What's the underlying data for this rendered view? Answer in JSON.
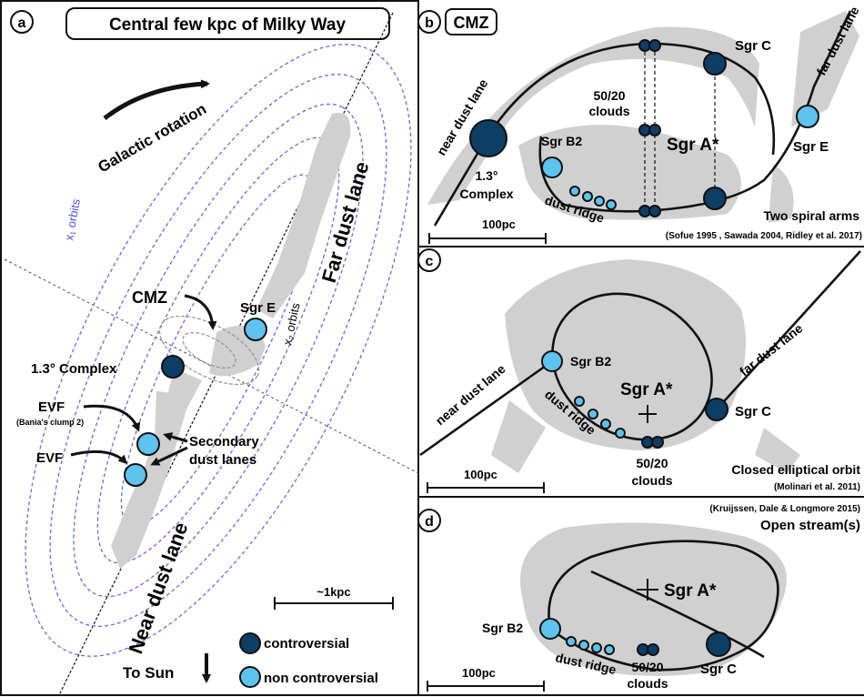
{
  "panel_a": {
    "letter": "a",
    "title": "Central few kpc of Milky Way",
    "rotation_label": "Galactic rotation",
    "x1_label": "x₁ orbits",
    "x2_label": "x₂ orbits",
    "cmz_label": "CMZ",
    "sgr_e": "Sgr E",
    "complex_label": "1.3° Complex",
    "evf1": "EVF",
    "evf1_note": "(Bania's clump 2)",
    "evf2": "EVF",
    "secondary_1": "Secondary",
    "secondary_2": "dust lanes",
    "far_lane": "Far dust lane",
    "near_lane": "Near dust lane",
    "scale": "~1kpc",
    "to_sun": "To Sun",
    "legend": {
      "controversial": "controversial",
      "non_controversial": "non controversial",
      "colors": {
        "controversial": "#0c3e66",
        "non_controversial": "#5fc3f0"
      }
    }
  },
  "panel_b": {
    "letter": "b",
    "title": "CMZ",
    "sgr_c": "Sgr C",
    "far_lane": "far dust lane",
    "near_lane": "near dust lane",
    "clouds_1": "50/20",
    "clouds_2": "clouds",
    "sgr_a": "Sgr A*",
    "sgr_b2": "Sgr B2",
    "complex_1": "1.3°",
    "complex_2": "Complex",
    "dust_ridge": "dust ridge",
    "sgr_e": "Sgr E",
    "model": "Two spiral arms",
    "refs": "(Sofue 1995 , Sawada 2004, Ridley et al. 2017)",
    "scale": "100pc"
  },
  "panel_c": {
    "letter": "c",
    "near_lane": "near dust lane",
    "far_lane": "far dust lane",
    "sgr_b2": "Sgr B2",
    "sgr_a": "Sgr A*",
    "sgr_c": "Sgr C",
    "dust_ridge": "dust ridge",
    "clouds_1": "50/20",
    "clouds_2": "clouds",
    "model": "Closed elliptical orbit",
    "refs": "(Molinari et al. 2011)",
    "scale": "100pc"
  },
  "panel_d": {
    "letter": "d",
    "refs": "(Kruijssen, Dale & Longmore 2015)",
    "model": "Open stream(s)",
    "sgr_a": "Sgr A*",
    "sgr_b2": "Sgr B2",
    "dust_ridge": "dust ridge",
    "clouds_1": "50/20",
    "clouds_2": "clouds",
    "sgr_c": "Sgr C",
    "scale": "100pc"
  }
}
